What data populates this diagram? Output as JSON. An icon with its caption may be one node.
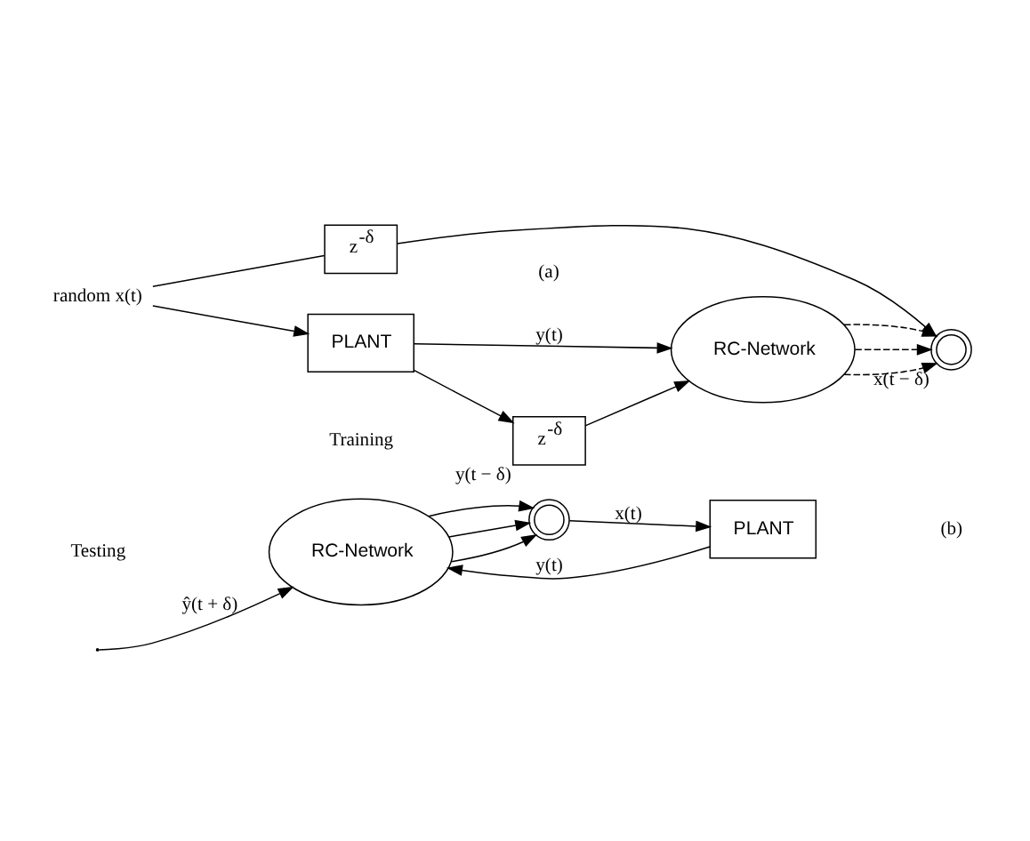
{
  "diagram": {
    "nodes": [
      {
        "text": [
          "PLANT"
        ]
      },
      {
        "text": [
          "z$^{-δ}$"
        ],
        "beside": [
          "y(t − δ)"
        ]
      },
      {
        "text": [
          "RC-Network"
        ]
      },
      {
        "text": [],
        "shape": "circle",
        "beside": [
          "x(t − δ)"
        ]
      },
      {
        "text": [
          "z$^{-δ}$"
        ]
      },
      {
        "text": [
          "random x(t)"
        ]
      },
      {
        "text": [
          "PLANT"
        ]
      },
      {
        "text": [
          "RC-Network"
        ]
      },
      {
        "text": [],
        "shape": "circle"
      }
    ],
    "edges": [
      {
        "from": 0,
        "to": 1,
        "arrow": "to"
      },
      {
        "from": 0,
        "to": 2,
        "label": "y(t)",
        "arrow": "to"
      },
      {
        "from": 1,
        "to": 2,
        "arrow": "to"
      },
      {
        "from": 2,
        "to": 3,
        "arrow": "to",
        "style": "dashed"
      },
      {
        "from": 2,
        "to": 3,
        "arrow": "to",
        "style": "dashed"
      },
      {
        "from": 2,
        "to": 3,
        "arrow": "to",
        "style": "dashed"
      },
      {
        "from": 4,
        "to": 3,
        "arrow": "to"
      },
      {
        "from": 5,
        "to": 4,
        "arrow": "none"
      },
      {
        "from": 5,
        "to": 0,
        "arrow": "to"
      },
      {
        "from": 6,
        "to": 7,
        "label": "y(t)",
        "arrow": "to"
      },
      {
        "from": null,
        "to": 7,
        "label": "ŷ(t + δ)",
        "arrow": "to"
      },
      {
        "from": 7,
        "to": 8,
        "arrow": "to"
      },
      {
        "from": 7,
        "to": 8,
        "arrow": "to"
      },
      {
        "from": 7,
        "to": 8,
        "arrow": "to"
      },
      {
        "from": 8,
        "to": 6,
        "label": "x(t)",
        "arrow": "to"
      }
    ],
    "labels": [
      "Training",
      "(a)",
      "Testing",
      "(b)"
    ]
  }
}
